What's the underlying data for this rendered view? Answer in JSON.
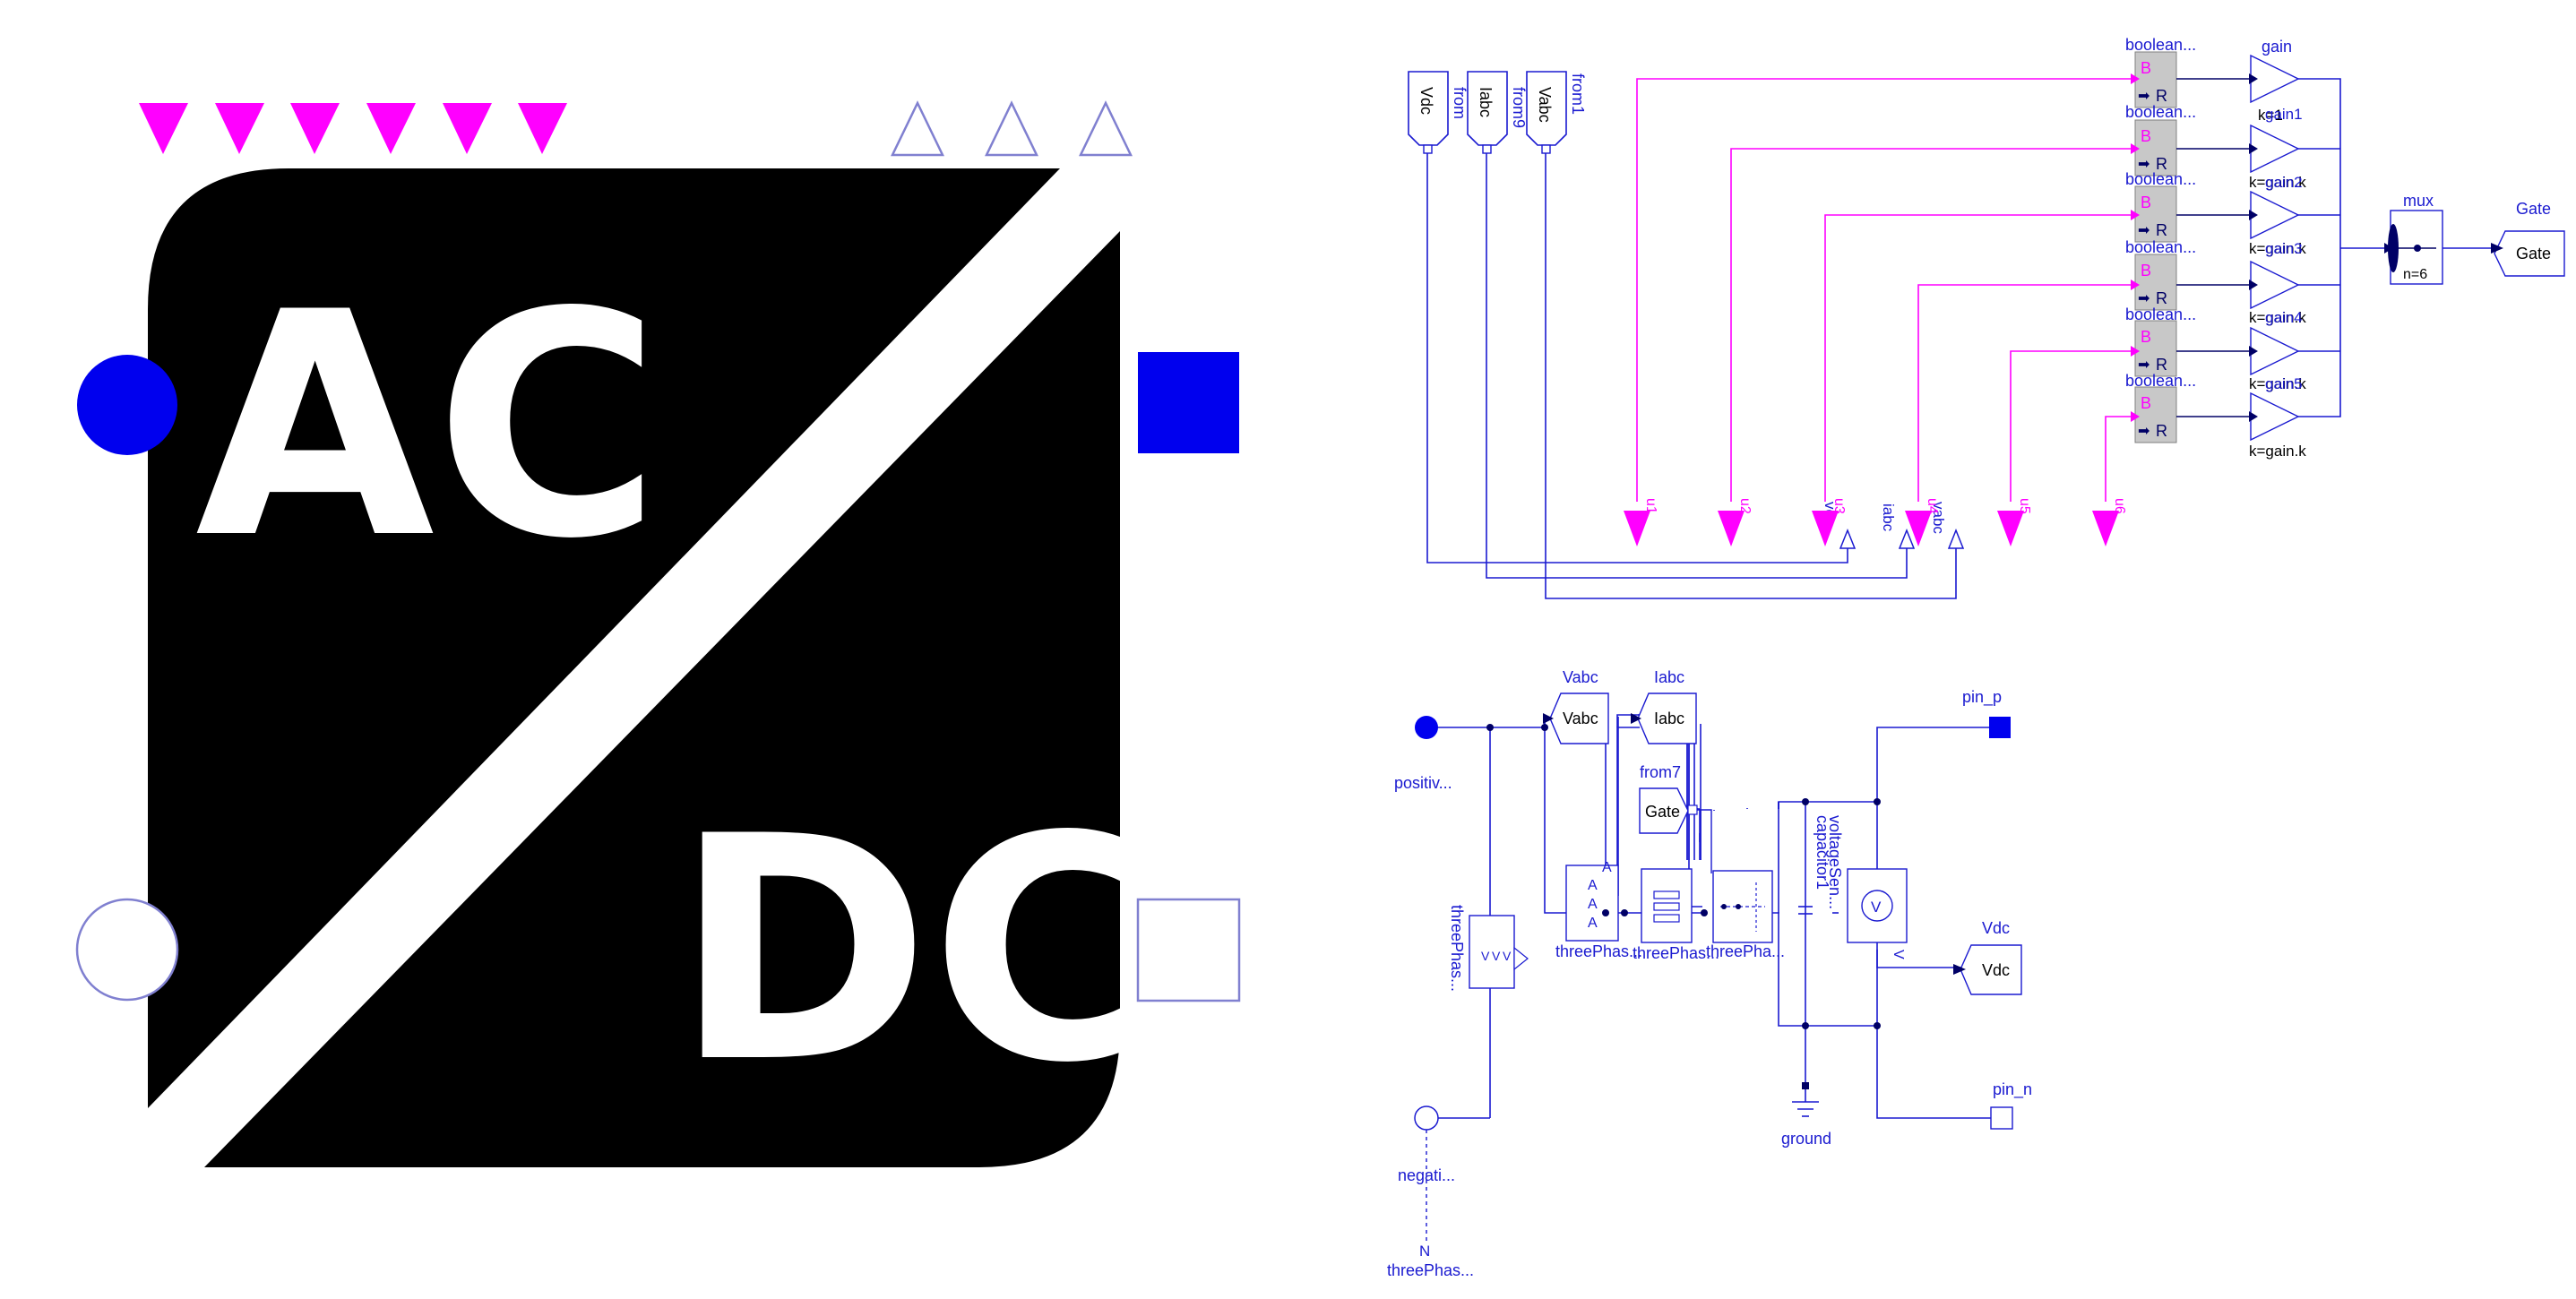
{
  "colors": {
    "blue": "#0000ee",
    "navy": "#000066",
    "label_blue": "#1a1ad0",
    "magenta": "#ff00ff",
    "grey": "#c8c8c8",
    "outline": "#8080d0",
    "black": "#000000",
    "white": "#ffffff"
  },
  "icon": {
    "ac_text": "AC",
    "dc_text": "DC"
  },
  "top": {
    "from_blocks": [
      {
        "label": "Vdc",
        "name": "from"
      },
      {
        "label": "Iabc",
        "name": "from9"
      },
      {
        "label": "Vabc",
        "name": "from1"
      }
    ],
    "boolean_rows": [
      {
        "name": "boolean...",
        "in": "B",
        "out": "R",
        "gain_k": "k=1",
        "gain_label": "gain"
      },
      {
        "name": "boolean...",
        "in": "B",
        "out": "R",
        "gain_k": "k=gain.k",
        "gain_label": "gain1"
      },
      {
        "name": "boolean...",
        "in": "B",
        "out": "R",
        "gain_k": "k=gain.k",
        "gain_label": "gain2"
      },
      {
        "name": "boolean...",
        "in": "B",
        "out": "R",
        "gain_k": "k=gain.k",
        "gain_label": "gain3"
      },
      {
        "name": "boolean...",
        "in": "B",
        "out": "R",
        "gain_k": "k=gain.k",
        "gain_label": "gain4"
      },
      {
        "name": "boolean...",
        "in": "B",
        "out": "R",
        "gain_k": "k=gain.k",
        "gain_label": "gain5"
      }
    ],
    "mux": {
      "name": "mux",
      "n": "n=6"
    },
    "goto_gate": {
      "name": "Gate",
      "label": "Gate"
    },
    "port_labels": [
      "u1",
      "u2",
      "u3",
      "u4",
      "u5",
      "u6"
    ],
    "out_labels": [
      "vdc",
      "iabc",
      "vabc"
    ]
  },
  "bottom": {
    "goto_vabc": {
      "name": "Vabc",
      "label": "Vabc"
    },
    "goto_iabc": {
      "name": "Iabc",
      "label": "Iabc"
    },
    "from7": {
      "name": "from7",
      "label": "Gate"
    },
    "positive": "positiv...",
    "negative": "negati...",
    "neutral": "N",
    "three_phase_star": "threePhas...",
    "three_phase_ammeter": "threePhas...",
    "three_phase_vsensor": "threePhas...",
    "three_phase_rl": "threePhas...",
    "three_phase_bridge": "threePha...",
    "capacitor": "capacitor1",
    "voltage_sensor": "voltageSen...",
    "ground": "ground",
    "pin_p": "pin_p",
    "pin_n": "pin_n",
    "goto_vdc": {
      "name": "Vdc",
      "label": "Vdc"
    },
    "ammeter_letter": "A",
    "voltmeter_letter": "V"
  }
}
